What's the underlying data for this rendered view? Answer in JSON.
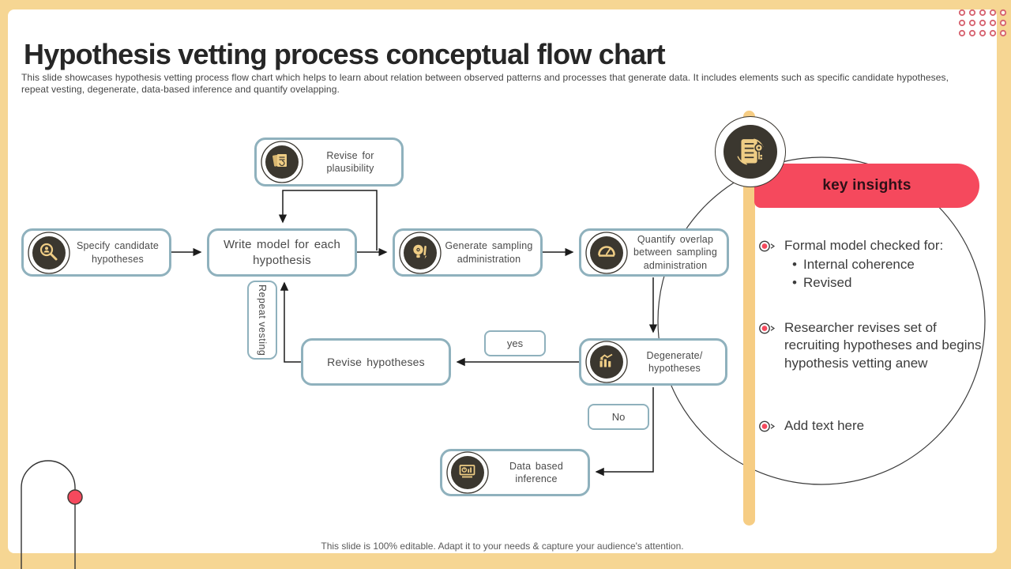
{
  "slide": {
    "title": "Hypothesis vetting process conceptual flow chart",
    "description": "This slide showcases hypothesis vetting process flow chart which helps to learn about relation between observed patterns and processes that generate data. It includes elements such as specific candidate hypotheses,  repeat vesting, degenerate, data-based inference and quantify ovelapping.",
    "footer": "This slide is 100% editable. Adapt it to your needs & capture your audience's attention."
  },
  "flowchart": {
    "nodes": [
      {
        "id": "revise_plausibility",
        "label": "Revise for plausibility",
        "icon": "documents-refresh-icon"
      },
      {
        "id": "specify_candidate",
        "label": "Specify candidate hypotheses",
        "icon": "magnifier-person-icon"
      },
      {
        "id": "write_model",
        "label": "Write model for each hypothesis",
        "icon": "none"
      },
      {
        "id": "generate_sampling",
        "label": "Generate sampling administration",
        "icon": "bulb-pencil-icon"
      },
      {
        "id": "quantify_overlap",
        "label": "Quantify overlap between sampling administration",
        "icon": "gauge-icon"
      },
      {
        "id": "revise_hypotheses",
        "label": "Revise hypotheses",
        "icon": "none"
      },
      {
        "id": "degenerate",
        "label": "Degenerate/ hypotheses",
        "icon": "bars-trend-icon"
      },
      {
        "id": "data_based_inference",
        "label": "Data based inference",
        "icon": "presentation-chart-icon"
      }
    ],
    "decisions": {
      "yes": "yes",
      "no": "No",
      "loop": "Repeat vesting"
    }
  },
  "insights": {
    "header": "key insights",
    "items": [
      {
        "text": "Formal model checked for:",
        "sub": [
          "Internal coherence",
          "Revised"
        ]
      },
      {
        "text": "Researcher revises set of recruiting  hypotheses and begins hypothesis vetting anew",
        "sub": []
      },
      {
        "text": "Add text here",
        "sub": []
      }
    ]
  },
  "colors": {
    "frame": "#f6d693",
    "accent_red": "#f5495d",
    "node_border": "#8fb1bd",
    "icon_disc": "#3b372f",
    "icon_gold": "#efcd85",
    "dots_red": "#d6616e"
  }
}
